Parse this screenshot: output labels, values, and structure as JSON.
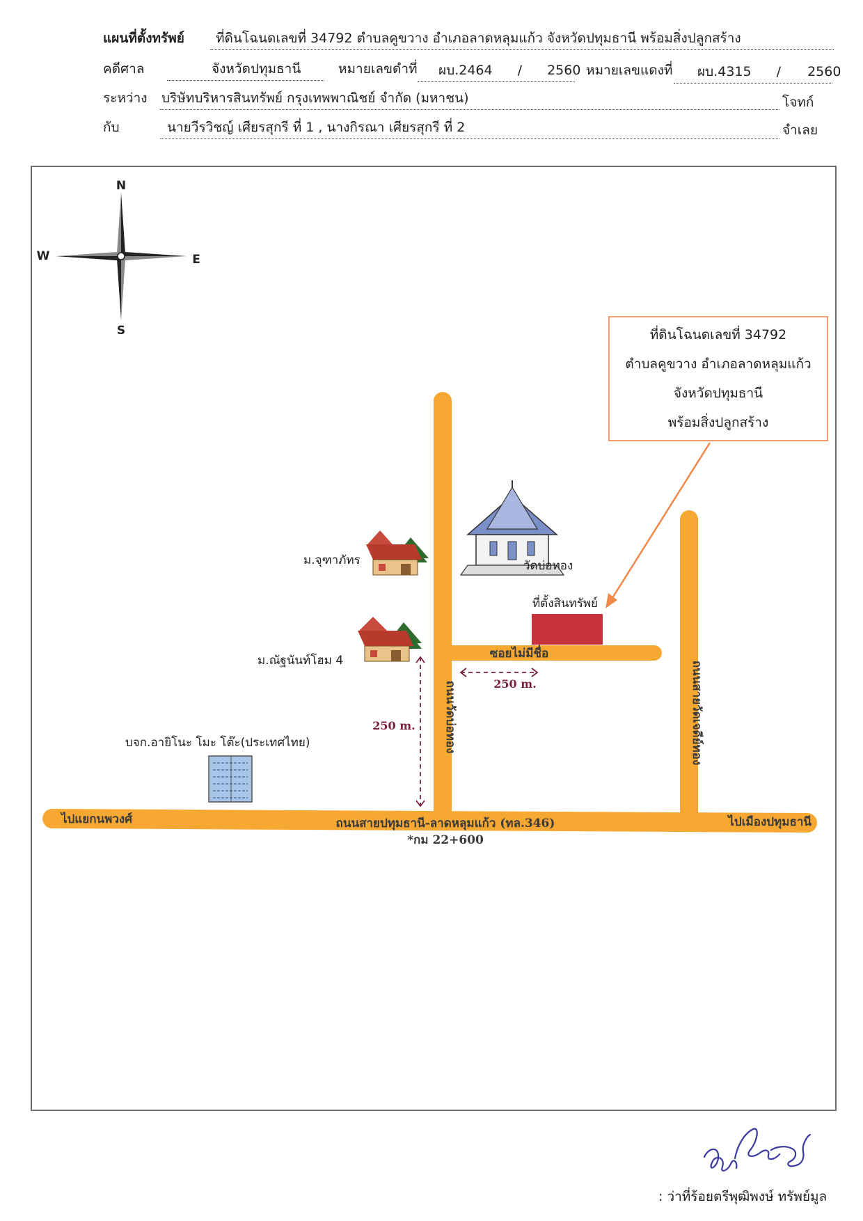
{
  "header": {
    "title_label": "แผนที่ตั้งทรัพย์",
    "title_value": "ที่ดินโฉนดเลขที่ 34792 ตำบลคูขวาง อำเภอลาดหลุมแก้ว จังหวัดปทุมธานี พร้อมสิ่งปลูกสร้าง",
    "court_label": "คดีศาล",
    "court_value": "จังหวัดปทุมธานี",
    "black_case_label": "หมายเลขดำที่",
    "black_case_no": "ผบ.2464",
    "black_case_sep": "/",
    "black_case_year": "2560",
    "red_case_label": "หมายเลขแดงที่",
    "red_case_no": "ผบ.4315",
    "red_case_sep": "/",
    "red_case_year": "2560",
    "between_label": "ระหว่าง",
    "plaintiff": "บริษัทบริหารสินทรัพย์ กรุงเทพพาณิชย์ จำกัด (มหาชน)",
    "plaintiff_role": "โจทก์",
    "with_label": "กับ",
    "defendants": "นายวีรวิชญ์ เศียรสุกรี ที่ 1 , นางกิรณา เศียรสุกรี ที่ 2",
    "defendant_role": "จำเลย"
  },
  "compass": {
    "n": "N",
    "s": "S",
    "e": "E",
    "w": "W"
  },
  "callout": {
    "line1": "ที่ดินโฉนดเลขที่ 34792",
    "line2": "ตำบลคูขวาง อำเภอลาดหลุมแก้ว",
    "line3": "จังหวัดปทุมธานี",
    "line4": "พร้อมสิ่งปลูกสร้าง"
  },
  "map": {
    "main_road": "ถนนสายปทุมธานี-ลาดหลุมแก้ว (ทล.346)",
    "km_marker": "*กม 22+600",
    "to_left": "ไปแยกนพวงศ์",
    "to_right": "ไปเมืองปทุมธานี",
    "road_wat_bothong": "ถนนวัดบ่อทอง",
    "road_right": "ถนนสายวัดเจดีย์ทอง",
    "soi": "ซอยไม่มีชื่อ",
    "dist_horizontal": "250 m.",
    "dist_vertical": "250 m.",
    "temple": "วัดบ่อทอง",
    "property": "ที่ตั้งสินทรัพย์",
    "village1": "ม.จุฑาภัทร",
    "village2": "ม.ณัฐนันท์โฮม 4",
    "company": "บจก.อายิโนะ โมะ โต๊ะ(ประเทศไทย)",
    "colors": {
      "road": "#f7a833",
      "property": "#c8323c",
      "callout_border": "#f0a070",
      "arrow": "#f08a4b"
    }
  },
  "signature": {
    "title": ": ว่าที่ร้อยตรีพุฒิพงษ์ ทรัพย์มูล"
  }
}
